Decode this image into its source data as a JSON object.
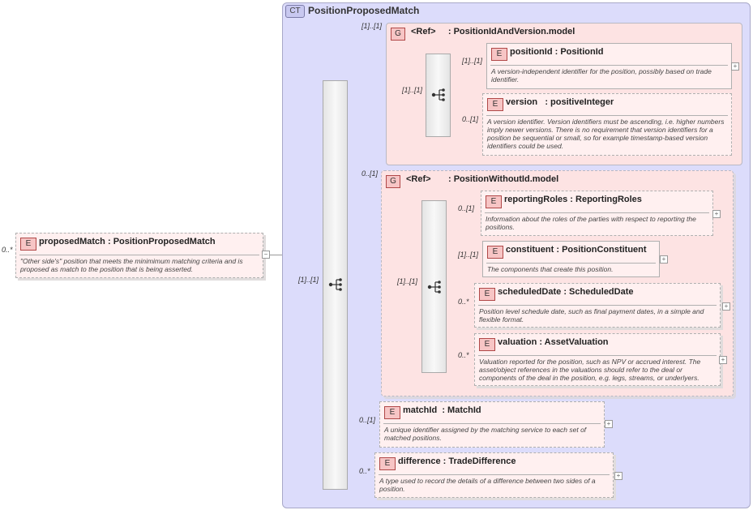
{
  "complex_type": {
    "badge": "CT",
    "name": "PositionProposedMatch"
  },
  "root": {
    "badge": "E",
    "name": "proposedMatch",
    "type": ": PositionProposedMatch",
    "desc": "\"Other side's\" position that meets the minimimum matching criteria and is proposed as match to the position that is being asserted.",
    "cardinality": "0..*",
    "collapse": "−"
  },
  "main_seq_card": "[1]..[1]",
  "group1": {
    "badge": "G",
    "ref": "<Ref>",
    "name": ": PositionIdAndVersion.model",
    "cardinality": "[1]..[1]",
    "seq_card": "[1]..[1]",
    "elements": [
      {
        "badge": "E",
        "name": "positionId",
        "type": ": PositionId",
        "cardinality": "[1]..[1]",
        "desc": "A version-independent identifier for the position, possibly based on trade identifier.",
        "plus": "+"
      },
      {
        "badge": "E",
        "name": "version",
        "type": ": positiveInteger",
        "cardinality": "0..[1]",
        "desc": "A version identifier. Version identifiers must be ascending, i.e. higher numbers imply newer versions. There is no requirement that version identifiers for a position be sequential or small, so for example timestamp-based version identifiers could be used."
      }
    ]
  },
  "group2": {
    "badge": "G",
    "ref": "<Ref>",
    "name": ": PositionWithoutId.model",
    "cardinality": "0..[1]",
    "seq_card": "[1]..[1]",
    "elements": [
      {
        "badge": "E",
        "name": "reportingRoles",
        "type": ": ReportingRoles",
        "cardinality": "0..[1]",
        "desc": "Information about the roles of the parties with respect to reporting the positions.",
        "plus": "+"
      },
      {
        "badge": "E",
        "name": "constituent",
        "type": ": PositionConstituent",
        "cardinality": "[1]..[1]",
        "desc": "The components that create this position.",
        "plus": "+"
      },
      {
        "badge": "E",
        "name": "scheduledDate",
        "type": ": ScheduledDate",
        "cardinality": "0..*",
        "desc": "Position level schedule date, such as final payment dates, in a simple and flexible format.",
        "plus": "+"
      },
      {
        "badge": "E",
        "name": "valuation",
        "type": ": AssetValuation",
        "cardinality": "0..*",
        "desc": "Valuation reported for the position, such as NPV or accrued interest. The asset/object references in the valuations should refer to the deal or components of the deal in the position, e.g. legs, streams, or underlyers.",
        "plus": "+"
      }
    ]
  },
  "matchId": {
    "badge": "E",
    "name": "matchId",
    "type": ": MatchId",
    "cardinality": "0..[1]",
    "desc": "A unique identifier assigned by the matching service to each set of matched positions.",
    "plus": "+"
  },
  "difference": {
    "badge": "E",
    "name": "difference",
    "type": ": TradeDifference",
    "cardinality": "0..*",
    "desc": "A type used to record the details of a difference between two sides of a position.",
    "plus": "+"
  }
}
